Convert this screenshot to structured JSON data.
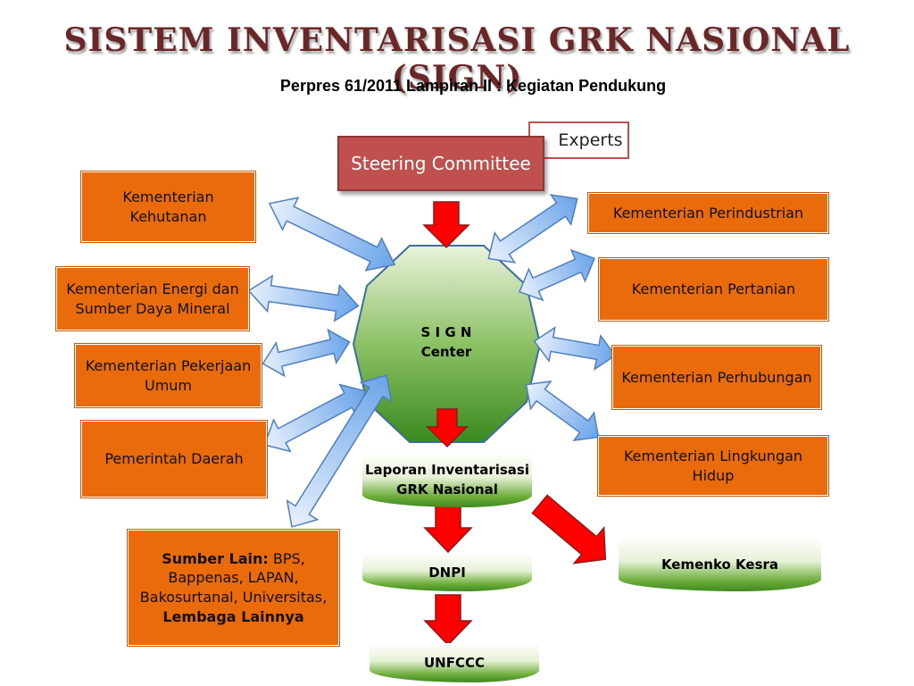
{
  "title": "SISTEM INVENTARISASI GRK NASIONAL (SIGN)",
  "subtitle": "Perpres 61/2011 Lampiran II : Kegiatan Pendukung",
  "top": {
    "experts": "Experts",
    "steering": "Steering Committee"
  },
  "center": {
    "line1": "S I G N",
    "line2": "Center"
  },
  "left_boxes": [
    "Kementerian Kehutanan",
    "Kementerian Energi dan Sumber Daya Mineral",
    "Kementerian Pekerjaan Umum",
    "Pemerintah Daerah"
  ],
  "right_boxes": [
    "Kementerian Perindustrian",
    "Kementerian Pertanian",
    "Kementerian Perhubungan",
    "Kementerian Lingkungan Hidup"
  ],
  "other_sources": {
    "label": "Sumber Lain:",
    "text": "BPS, Bappenas, LAPAN, Bakosurtanal, Universitas,",
    "extra": "Lembaga Lainnya"
  },
  "outputs": {
    "report": "Laporan Inventarisasi GRK Nasional",
    "dnpi": "DNPI",
    "unfccc": "UNFCCC",
    "kemenko": "Kemenko Kesra"
  },
  "colors": {
    "institution_box": "#ea6b0c",
    "steering_box": "#c0504d",
    "flow_arrow": "#ff0000",
    "exchange_arrow": "#7fb0ee",
    "center_fill": "#4f9a35",
    "title_text": "#6b2727"
  }
}
